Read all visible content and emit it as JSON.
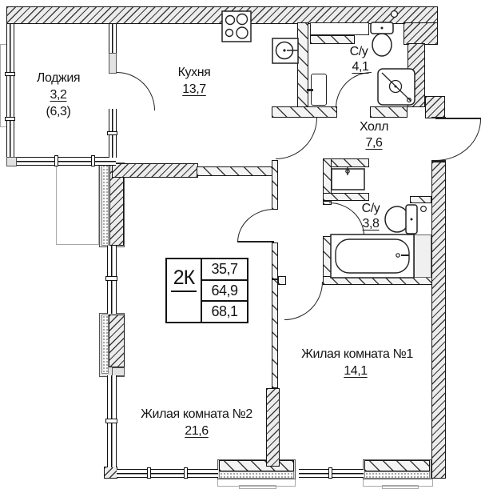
{
  "colors": {
    "wall_line": "#161616",
    "text": "#141414"
  },
  "info_box": {
    "type_label": "2К",
    "values": [
      "35,7",
      "64,9",
      "68,1"
    ]
  },
  "rooms": {
    "loggia": {
      "name": "Лоджия",
      "area": "3,2",
      "area_total": "(6,3)"
    },
    "kitchen": {
      "name": "Кухня",
      "area": "13,7"
    },
    "bath1": {
      "name": "С/у",
      "area": "4,1"
    },
    "hall": {
      "name": "Холл",
      "area": "7,6"
    },
    "bath2": {
      "name": "С/у",
      "area": "3,8"
    },
    "room1": {
      "name": "Жилая комната №1",
      "area": "14,1"
    },
    "room2": {
      "name": "Жилая комната №2",
      "area": "21,6"
    }
  }
}
